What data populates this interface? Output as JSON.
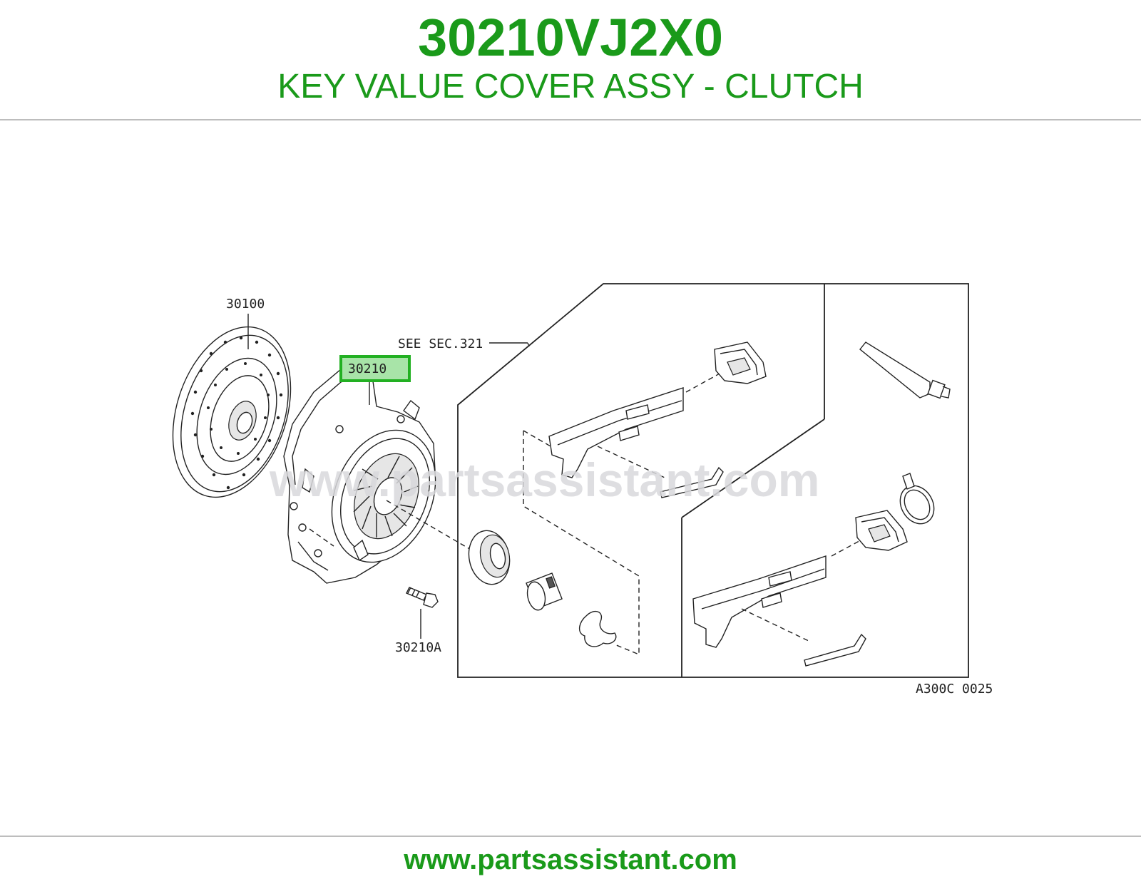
{
  "header": {
    "part_number": "30210VJ2X0",
    "part_name": "KEY VALUE COVER ASSY - CLUTCH"
  },
  "diagram": {
    "labels": {
      "clutch_disc": "30100",
      "clutch_cover": "30210",
      "cover_bolt": "30210A",
      "see_sec": "SEE SEC.321",
      "diagram_code": "A300C 0025"
    },
    "watermark": "www.partsassistant.com",
    "highlight_color": "#22b022"
  },
  "footer": {
    "site": "www.partsassistant.com"
  },
  "colors": {
    "brand": "#1a9a1a",
    "rule": "#bdbdbd"
  }
}
